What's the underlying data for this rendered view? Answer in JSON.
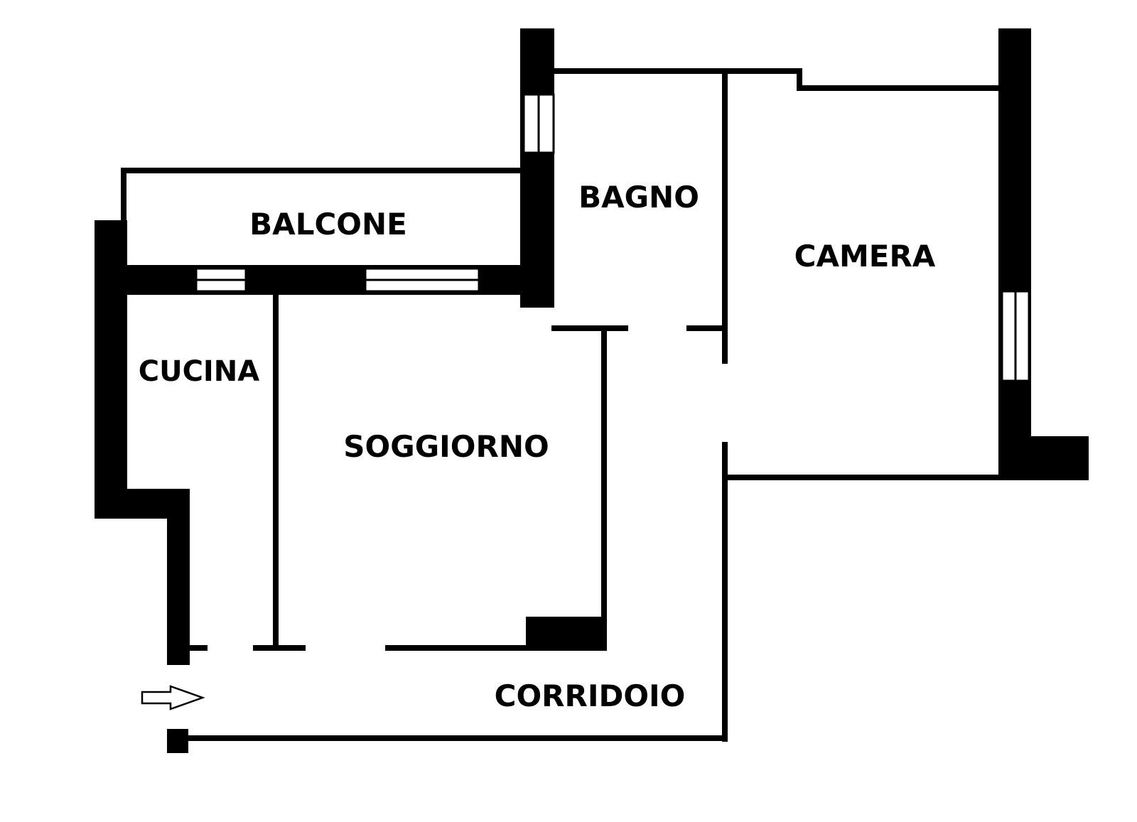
{
  "floorplan": {
    "rooms": {
      "balcone": "BALCONE",
      "bagno": "BAGNO",
      "camera": "CAMERA",
      "cucina": "CUCINA",
      "soggiorno": "SOGGIORNO",
      "corridoio": "CORRIDOIO"
    },
    "entrance_icon": "arrow-right-icon",
    "colors": {
      "wall": "#000000",
      "background": "#ffffff"
    }
  }
}
